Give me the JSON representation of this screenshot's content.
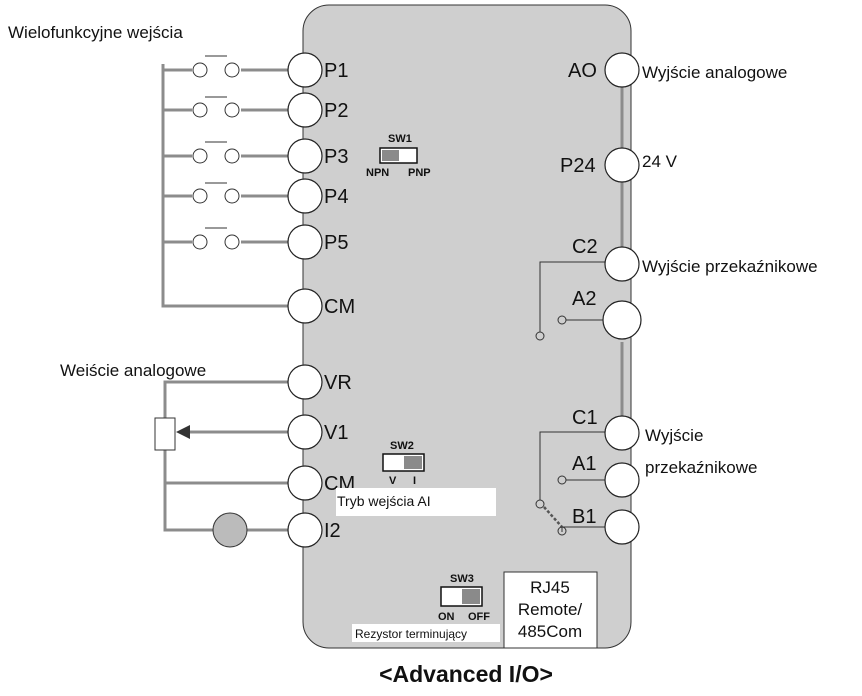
{
  "labels": {
    "multi_inputs": "Wielofunkcyjne wejścia",
    "analog_input": "Weiście analogowe",
    "ai_mode": "Tryb wejścia AI",
    "terminator": "Rezystor terminujący",
    "analog_output": "Wyjście analogowe",
    "v24": "24 V",
    "relay_out": "Wyjście przekaźnikowe",
    "relay_out2_line1": "Wyjście",
    "relay_out2_line2": "przekaźnikowe",
    "title": "<Advanced I/O>"
  },
  "terminals": {
    "p1": "P1",
    "p2": "P2",
    "p3": "P3",
    "p4": "P4",
    "p5": "P5",
    "cm1": "CM",
    "vr": "VR",
    "v1": "V1",
    "cm2": "CM",
    "i2": "I2",
    "ao": "AO",
    "p24": "P24",
    "c2": "C2",
    "a2": "A2",
    "c1": "C1",
    "a1": "A1",
    "b1": "B1"
  },
  "switches": {
    "sw1": {
      "name": "SW1",
      "left": "NPN",
      "right": "PNP"
    },
    "sw2": {
      "name": "SW2",
      "left": "V",
      "right": "I"
    },
    "sw3": {
      "name": "SW3",
      "left": "ON",
      "right": "OFF"
    }
  },
  "rj45": {
    "line1": "RJ45",
    "line2": "Remote/",
    "line3": "485Com"
  }
}
